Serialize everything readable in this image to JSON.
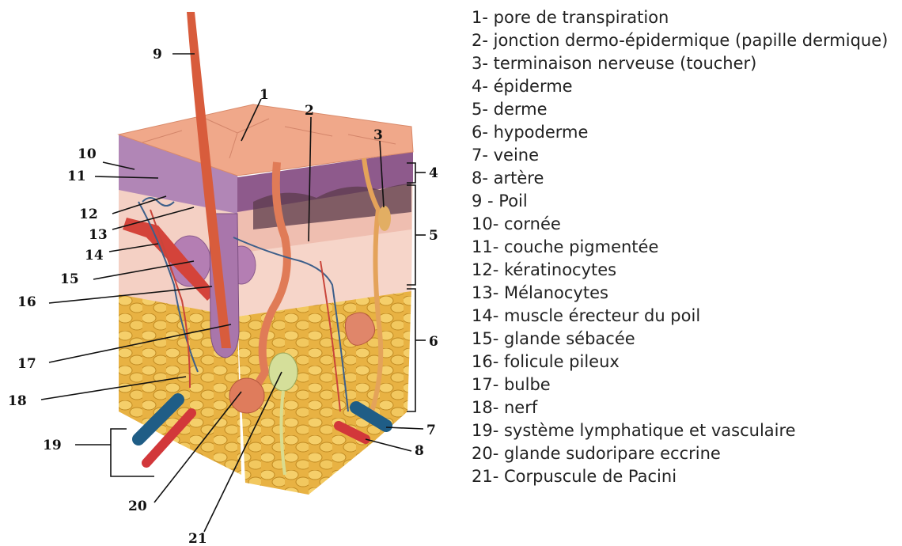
{
  "legend": [
    "1- pore de transpiration",
    "2- jonction dermo-épidermique (papille dermique)",
    "3- terminaison nerveuse (toucher)",
    "4- épiderme",
    "5- derme",
    "6- hypoderme",
    "7- veine",
    "8- artère",
    "9 - Poil",
    "10- cornée",
    "11- couche pigmentée",
    "12- kératinocytes",
    "13- Mélanocytes",
    "14- muscle érecteur du poil",
    "15- glande sébacée",
    "16- folicule pileux",
    "17- bulbe",
    "18- nerf",
    "19- système lymphatique et vasculaire",
    "20- glande sudoripare eccrine",
    "21- Corpuscule de Pacini"
  ],
  "callouts": [
    "1",
    "2",
    "3",
    "4",
    "5",
    "6",
    "7",
    "8",
    "9",
    "10",
    "11",
    "12",
    "13",
    "14",
    "15",
    "16",
    "17",
    "18",
    "19",
    "20",
    "21"
  ]
}
